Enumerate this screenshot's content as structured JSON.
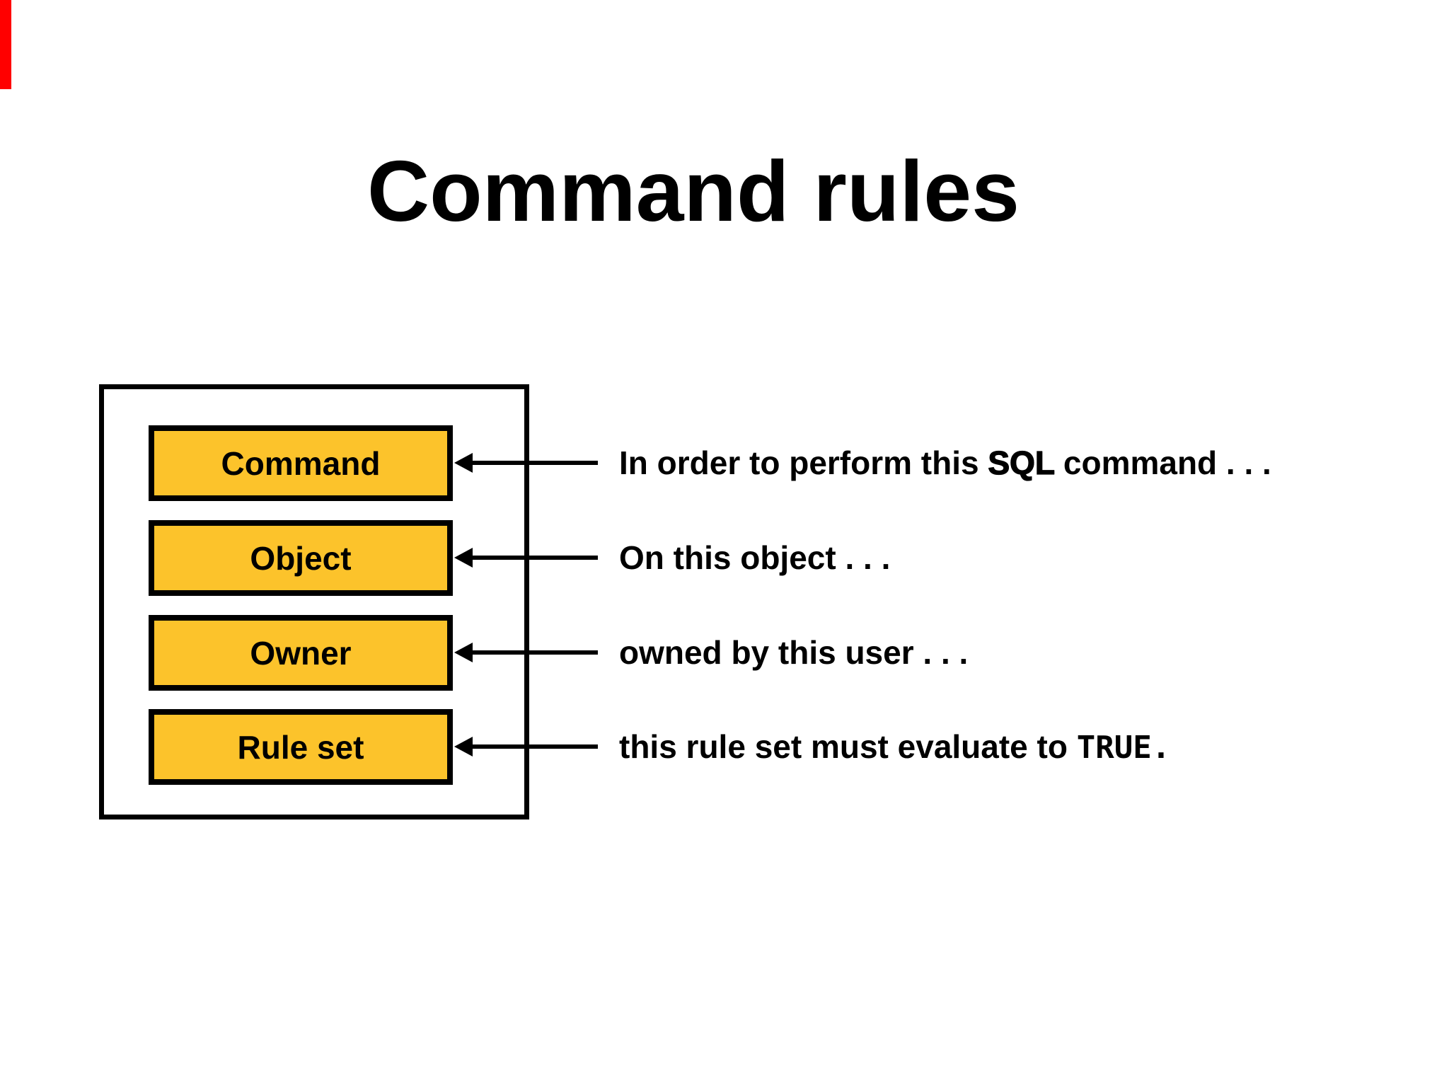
{
  "slide": {
    "title": "Command rules",
    "background_color": "#ffffff",
    "corner_marker_color": "#ff0000",
    "box_fill_color": "#fcc32b",
    "box_border_color": "#000000",
    "text_color": "#000000"
  },
  "rows": [
    {
      "label": "Command",
      "note_pre": "In order to perform this ",
      "note_strong": "SQL",
      "note_post": " command . . .",
      "note_code": "",
      "note_end": ""
    },
    {
      "label": "Object",
      "note_pre": "On this object . . .",
      "note_strong": "",
      "note_post": "",
      "note_code": "",
      "note_end": ""
    },
    {
      "label": "Owner",
      "note_pre": "owned by this user . . .",
      "note_strong": "",
      "note_post": "",
      "note_code": "",
      "note_end": ""
    },
    {
      "label": "Rule set",
      "note_pre": "this rule set must evaluate to ",
      "note_strong": "",
      "note_post": "",
      "note_code": "TRUE",
      "note_end": "."
    }
  ]
}
